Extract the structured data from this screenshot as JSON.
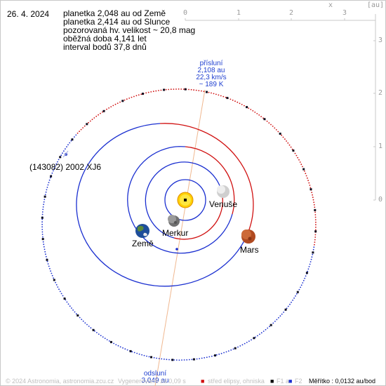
{
  "date": "26. 4. 2024",
  "info_lines": [
    "planetka 2,048 au od Země",
    "planetka 2,414 au od Slunce",
    "pozorovaná hv. velikost ~ 20,8 mag",
    "oběžná doba 4,141 let",
    "interval bodů 37,8 dnů"
  ],
  "asteroid_name": "(143082) 2002 XJ6",
  "perihelion": {
    "title": "přísluní",
    "distance": "2,108 au",
    "speed": "22,3  km/s",
    "temperature": "~ 189 K"
  },
  "aphelion": {
    "title": "odsluní",
    "distance": "3,049 au"
  },
  "planets": {
    "mercury": "Merkur",
    "venus": "Venuše",
    "earth": "Země",
    "mars": "Mars"
  },
  "axes": {
    "x_unit": "x",
    "unit": "[au]",
    "x_ticks": [
      "0",
      "1",
      "2",
      "3"
    ],
    "y_ticks": [
      "3",
      "2",
      "1",
      "0"
    ]
  },
  "footer": {
    "copyright": "© 2024 Astronomia, astronomia.zcu.cz",
    "generated": "Vygenerováno za 0,09 s",
    "legend_center": "střed elipsy, ohniska",
    "legend_f1a": "F1 a",
    "legend_f2": "F2",
    "scale": "Měřítko : 0,0132 au/bod"
  },
  "colors": {
    "orbit_inner": "#1a2fd0",
    "orbit_outer": "#d01010",
    "apsis_line": "#f0b890",
    "annotation": "#1f3fd0",
    "sun": "#ffd000"
  }
}
